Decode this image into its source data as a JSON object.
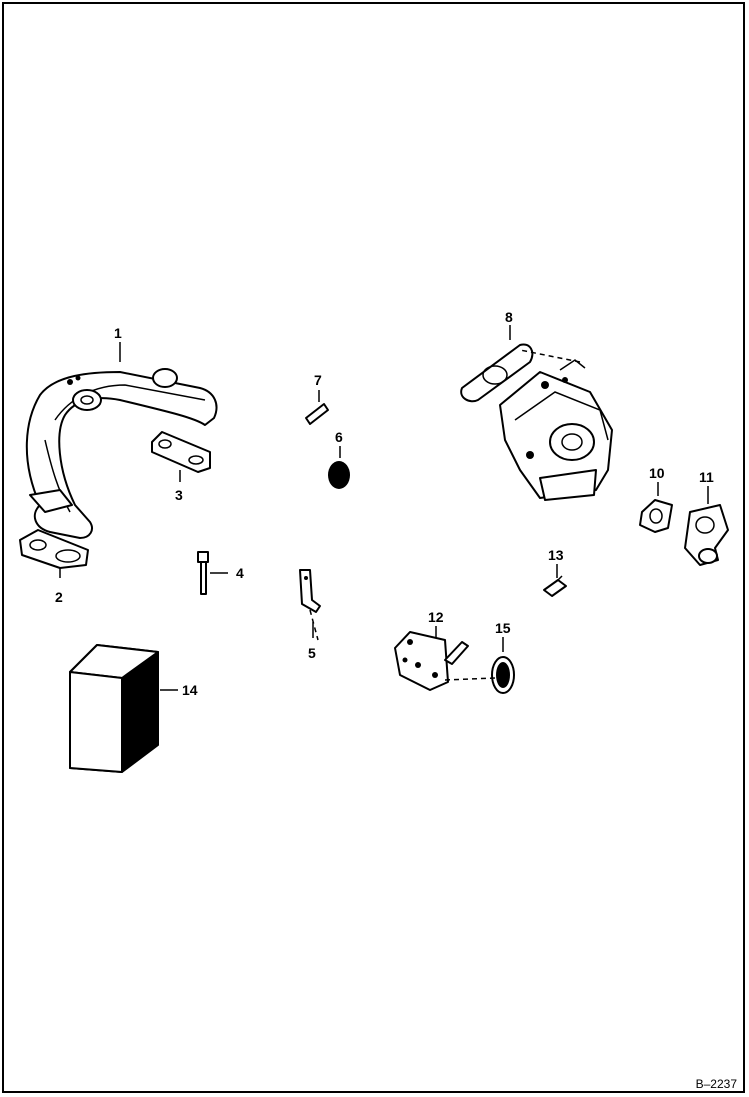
{
  "figure_id": "B–2237",
  "callouts": [
    {
      "id": "1",
      "text": "1"
    },
    {
      "id": "2",
      "text": "2"
    },
    {
      "id": "3",
      "text": "3"
    },
    {
      "id": "4",
      "text": "4"
    },
    {
      "id": "5",
      "text": "5"
    },
    {
      "id": "6",
      "text": "6"
    },
    {
      "id": "7",
      "text": "7"
    },
    {
      "id": "8",
      "text": "8"
    },
    {
      "id": "10",
      "text": "10"
    },
    {
      "id": "11",
      "text": "11"
    },
    {
      "id": "12",
      "text": "12"
    },
    {
      "id": "13",
      "text": "13"
    },
    {
      "id": "14",
      "text": "14"
    },
    {
      "id": "15",
      "text": "15"
    }
  ]
}
